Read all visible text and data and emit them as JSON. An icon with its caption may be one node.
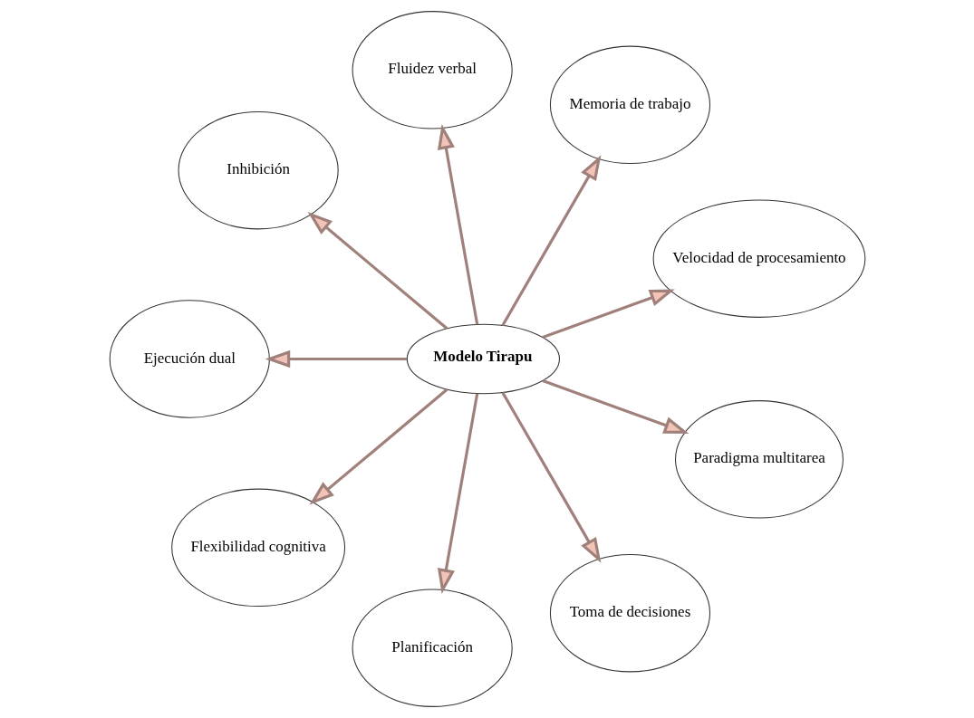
{
  "diagram": {
    "nodes": [
      {
        "text": [
          "Modelo Tirapu"
        ]
      },
      {
        "text": [
          "Velocidad de procesamiento"
        ]
      },
      {
        "text": [
          "Memoria de trabajo"
        ]
      },
      {
        "text": [
          "Fluidez verbal"
        ]
      },
      {
        "text": [
          "Inhibición"
        ]
      },
      {
        "text": [
          "Ejecución dual"
        ]
      },
      {
        "text": [
          "Flexibilidad cognitiva"
        ]
      },
      {
        "text": [
          "Planificación"
        ]
      },
      {
        "text": [
          "Toma de decisiones"
        ]
      },
      {
        "text": [
          "Paradigma multitarea"
        ]
      }
    ],
    "edges": [
      {
        "from": 0,
        "to": 1,
        "arrow": "to"
      },
      {
        "from": 0,
        "to": 2,
        "arrow": "to"
      },
      {
        "from": 0,
        "to": 3,
        "arrow": "to"
      },
      {
        "from": 0,
        "to": 4,
        "arrow": "to"
      },
      {
        "from": 0,
        "to": 5,
        "arrow": "to"
      },
      {
        "from": 0,
        "to": 6,
        "arrow": "to"
      },
      {
        "from": 0,
        "to": 7,
        "arrow": "to"
      },
      {
        "from": 0,
        "to": 8,
        "arrow": "to"
      },
      {
        "from": 0,
        "to": 9,
        "arrow": "to"
      }
    ]
  }
}
